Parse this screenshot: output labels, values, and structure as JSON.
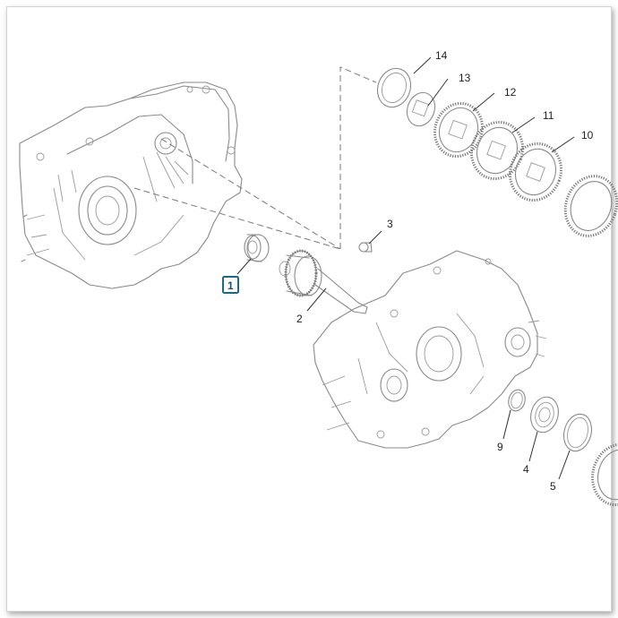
{
  "diagram": {
    "selected_callout": "1",
    "accent_color": "#1a6a8a",
    "callouts": [
      {
        "id": "c1",
        "label": "1"
      },
      {
        "id": "c2",
        "label": "2"
      },
      {
        "id": "c3",
        "label": "3"
      },
      {
        "id": "c4",
        "label": "4"
      },
      {
        "id": "c5",
        "label": "5"
      },
      {
        "id": "c9",
        "label": "9"
      },
      {
        "id": "c10",
        "label": "10"
      },
      {
        "id": "c11",
        "label": "11"
      },
      {
        "id": "c12",
        "label": "12"
      },
      {
        "id": "c13",
        "label": "13"
      },
      {
        "id": "c14",
        "label": "14"
      }
    ]
  }
}
